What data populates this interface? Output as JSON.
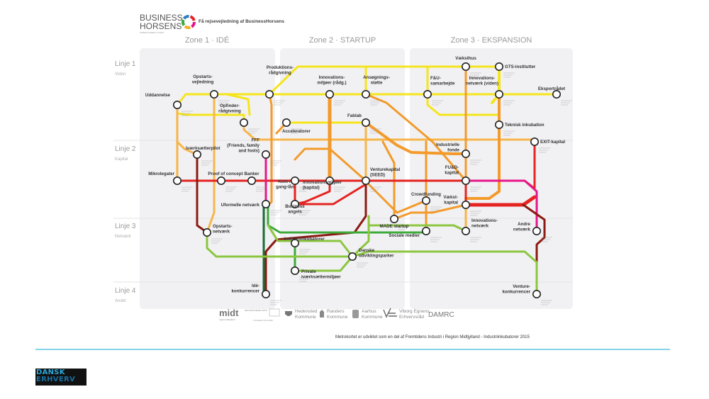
{
  "header": {
    "brand_line1": "BUSINESS",
    "brand_line2": "HORSENS",
    "brand_tagline": "SAMMEN SKABER VI VÆKST",
    "tagline": "Få rejsevejledning af BusinessHorsens"
  },
  "zones": [
    {
      "label": "Zone 1 · IDÉ"
    },
    {
      "label": "Zone 2 · STARTUP"
    },
    {
      "label": "Zone 3 · EKSPANSION"
    }
  ],
  "rows": [
    {
      "label": "Linje 1",
      "sub": "Viden"
    },
    {
      "label": "Linje 2",
      "sub": "Kapital"
    },
    {
      "label": "Linje 3",
      "sub": "Netværk"
    },
    {
      "label": "Linje 4",
      "sub": "Andet"
    }
  ],
  "stations": {
    "uddannelse": [
      "Uddannelse"
    ],
    "opstartsvejledning": [
      "Opstarts-",
      "vejledning"
    ],
    "produktionsraadgivning": [
      "Produktions-",
      "rådgivning"
    ],
    "innovationsmiljoer_raadg": [
      "Innovations-",
      "miljøer (rådg.)"
    ],
    "ansoegningsstoette": [
      "Ansøgnings-",
      "støtte"
    ],
    "fu_samarbejde": [
      "F&U-",
      "samarbejde"
    ],
    "vaeksthus": [
      "Væksthus"
    ],
    "gts": [
      "GTS-institutter"
    ],
    "innovationsnetvaerk_viden": [
      "Innovations-",
      "netværk (viden)"
    ],
    "eksportraadet": [
      "Eksportrådet"
    ],
    "opfinderraadgivning": [
      "Opfinder-",
      "rådgivning"
    ],
    "acceleratorer": [
      "Acceleratorer"
    ],
    "fablab": [
      "Fablab"
    ],
    "teknisk_inkubation": [
      "Teknisk inkubation"
    ],
    "exit_kapital": [
      "EXIT-kapital"
    ],
    "ivaerksaetterpilot": [
      "Iværksætterpilot"
    ],
    "fff": [
      "FFF",
      "(Friends, family",
      "and fools)"
    ],
    "industrielle_fonde": [
      "Industrielle",
      "fonde"
    ],
    "mikrolegater": [
      "Mikrolegater"
    ],
    "proof_of_concept": [
      "Proof of concept"
    ],
    "banker": [
      "Banker"
    ],
    "kom_i_gang_laan": [
      "Kom-i-",
      "gang-lån"
    ],
    "innovationsmiljoer_kapital": [
      "Innovationsmiljøer",
      "(kapital)"
    ],
    "venturekapital": [
      "Venturekapital",
      "(SEED)"
    ],
    "fud_kapital": [
      "FU&D-",
      "kapital"
    ],
    "uformelle_netvaerk": [
      "Uformelle netværk"
    ],
    "business_angels": [
      "Business",
      "angels"
    ],
    "crowdfunding": [
      "Crowdfunding"
    ],
    "vaekstkapital": [
      "Vækst-",
      "kapital"
    ],
    "made_startup": [
      "MADE startup"
    ],
    "sociale_medier": [
      "Sociale medier"
    ],
    "innovationsnetvaerk": [
      "Innovations-",
      "netværk"
    ],
    "andre_netvaerk": [
      "Andre",
      "netværk"
    ],
    "opstartsnetvaerk": [
      "Opstarts-",
      "netværk"
    ],
    "industriinkubatorer": [
      "Industriinkubatorer"
    ],
    "danske_udviklingsparker": [
      "Danske",
      "udviklingsparker"
    ],
    "private_ivaerksaettermiljoer": [
      "Private",
      "iværksættermiljøer"
    ],
    "ide_konkurrencer": [
      "Idé-",
      "konkurrencer"
    ],
    "venturekonkurrencer": [
      "Venture-",
      "konkurrencer"
    ]
  },
  "colors": {
    "yellow": "#f5e51c",
    "orange": "#f39a2b",
    "light_orange": "#f7b54a",
    "red": "#e52421",
    "dark_red": "#8b1a12",
    "magenta": "#e6178a",
    "green": "#3daa3a",
    "light_green": "#8cc63f",
    "dark_green": "#1e6b3a",
    "panel": "#f1f1f3",
    "rule": "#58c6df"
  },
  "partners": {
    "midt": "midt",
    "midt_sub": "regionmidtjylland",
    "eu": "DEN EUROPÆISKE UNION",
    "eu_sub": "Vi investerer i din fremtid",
    "hedensted": [
      "Hedensted",
      "Kommune"
    ],
    "randers": [
      "Randers",
      "Kommune"
    ],
    "aarhus": [
      "Aarhus",
      "Kommune"
    ],
    "viborg": [
      "Viborg Egnens",
      "Erhvervsråd"
    ],
    "damrc": "DAMRC"
  },
  "footer": {
    "credit": "Metrokortet er udviklet som en del af Fremtidens Industri i Region Midtjylland - Industriinkubatorer 2015",
    "logo_line1": "DANSK",
    "logo_line2": "ERHVERV"
  }
}
